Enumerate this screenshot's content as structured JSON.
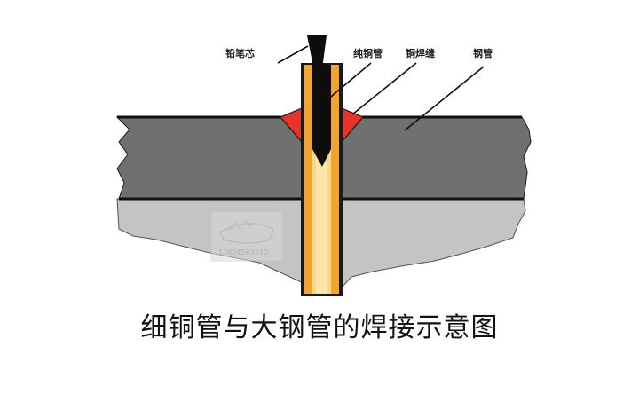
{
  "labels": {
    "pencil_core": "铅笔芯",
    "pure_copper_tube": "纯铜管",
    "copper_weld_seam": "铜焊缝",
    "steel_pipe": "钢管"
  },
  "watermark": {
    "number": "13824563210"
  },
  "title": "细铜管与大钢管的焊接示意图",
  "colors": {
    "steel_upper": "#707070",
    "steel_lower": "#c4c4c4",
    "copper_tube": "#f2a42e",
    "tube_wall": "#1a1a1a",
    "pencil_core": "#0d0d0d",
    "weld_seam": "#e8332a",
    "leader_line": "#111111"
  }
}
